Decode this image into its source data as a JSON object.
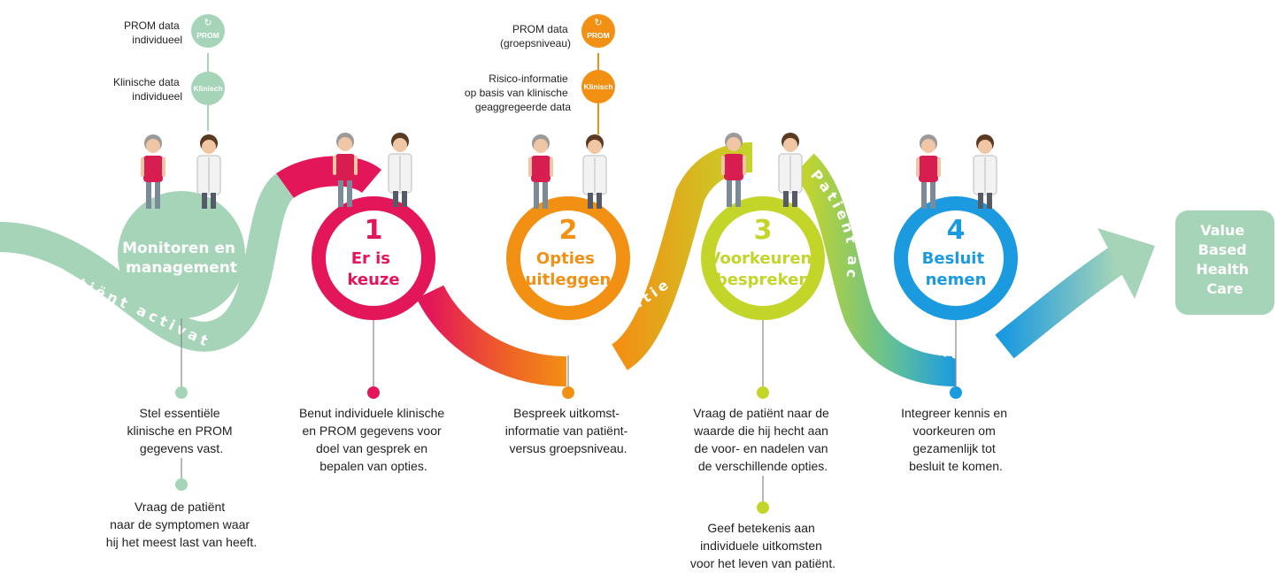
{
  "colors": {
    "green": "#a6d4b8",
    "magenta": "#e4165a",
    "orange": "#f29014",
    "lime": "#c4d52a",
    "blue": "#1b9ae0",
    "shirt": "#d81e50",
    "coat": "#f2f2f2"
  },
  "top_notes": {
    "prom_individual": [
      "PROM data",
      "individueel"
    ],
    "clinical_individual": [
      "Klinische data",
      "individueel"
    ],
    "prom_group": [
      "PROM data",
      "(groepsniveau)"
    ],
    "risk_info": [
      "Risico-informatie",
      "op basis van klinische",
      "geaggregeerde data"
    ]
  },
  "badges": {
    "prom": "PROM",
    "klinisch": "Klinisch",
    "prom_icon": "recycle-arrows-icon"
  },
  "monitor": {
    "title": [
      "Monitoren en",
      "management"
    ],
    "text": [
      "Stel essentiële",
      "klinische en PROM",
      "gegevens vast."
    ],
    "text2": [
      "Vraag de patiënt",
      "naar de symptomen waar",
      "hij het meest last van heeft."
    ]
  },
  "steps": [
    {
      "number": "1",
      "title": [
        "Er is",
        "keuze"
      ],
      "color": "#e4165a",
      "text": [
        "Benut individuele klinische",
        "en PROM gegevens voor",
        "doel van gesprek en",
        "bepalen van opties."
      ]
    },
    {
      "number": "2",
      "title": [
        "Opties",
        "uitleggen"
      ],
      "color": "#f29014",
      "text": [
        "Bespreek uitkomst-",
        "informatie van patiënt-",
        "versus groepsniveau."
      ]
    },
    {
      "number": "3",
      "title": [
        "Voorkeuren",
        "bespreken"
      ],
      "color": "#c4d52a",
      "text": [
        "Vraag de patiënt naar de",
        "waarde die hij hecht aan",
        "de voor- en nadelen van",
        "de verschillende opties."
      ],
      "text2": [
        "Geef betekenis aan",
        "individuele uitkomsten",
        "voor het leven van patiënt."
      ]
    },
    {
      "number": "4",
      "title": [
        "Besluit",
        "nemen"
      ],
      "color": "#1b9ae0",
      "text": [
        "Integreer kennis en",
        "voorkeuren om",
        "gezamenlijk tot",
        "besluit te komen."
      ]
    }
  ],
  "path_label": "Patiënt activatie",
  "goal": [
    "Value",
    "Based",
    "Health",
    "Care"
  ]
}
